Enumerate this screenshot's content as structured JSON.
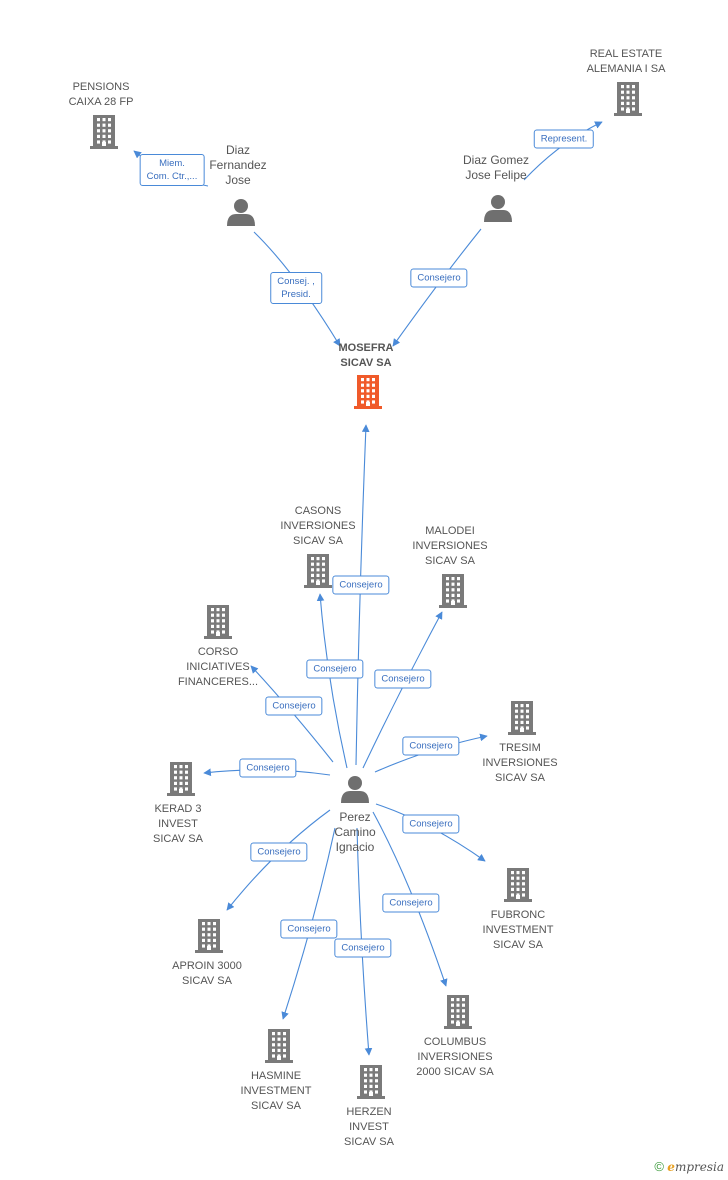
{
  "nodes": [
    {
      "id": "mosefra",
      "type": "company",
      "main": true,
      "label": "MOSEFRA\nSICAV SA"
    },
    {
      "id": "pensions",
      "type": "company",
      "label": "PENSIONS\nCAIXA 28 FP"
    },
    {
      "id": "realestate",
      "type": "company",
      "label": "REAL ESTATE\nALEMANIA I SA"
    },
    {
      "id": "diazfj",
      "type": "person",
      "label": "Diaz\nFernandez\nJose"
    },
    {
      "id": "diazgjf",
      "type": "person",
      "label": "Diaz Gomez\nJose Felipe"
    },
    {
      "id": "perez",
      "type": "person",
      "label": "Perez\nCamino\nIgnacio"
    },
    {
      "id": "casons",
      "type": "company",
      "label": "CASONS\nINVERSIONES\nSICAV SA"
    },
    {
      "id": "malodei",
      "type": "company",
      "label": "MALODEI\nINVERSIONES\nSICAV SA"
    },
    {
      "id": "corso",
      "type": "company",
      "label": "CORSO\nINICIATIVES\nFINANCERES..."
    },
    {
      "id": "tresim",
      "type": "company",
      "label": "TRESIM\nINVERSIONES\nSICAV SA"
    },
    {
      "id": "kerad",
      "type": "company",
      "label": "KERAD 3\nINVEST\nSICAV SA"
    },
    {
      "id": "fubronc",
      "type": "company",
      "label": "FUBRONC\nINVESTMENT\nSICAV SA"
    },
    {
      "id": "aproin",
      "type": "company",
      "label": "APROIN 3000\nSICAV SA"
    },
    {
      "id": "columbus",
      "type": "company",
      "label": "COLUMBUS\nINVERSIONES\n2000 SICAV SA"
    },
    {
      "id": "hasmine",
      "type": "company",
      "label": "HASMINE\nINVESTMENT\nSICAV SA"
    },
    {
      "id": "herzen",
      "type": "company",
      "label": "HERZEN\nINVEST\nSICAV SA"
    }
  ],
  "edges": [
    {
      "from": "diazfj",
      "to": "mosefra",
      "label": "Consej. ,\nPresid."
    },
    {
      "from": "diazfj",
      "to": "pensions",
      "label": "Miem.\nCom. Ctr.,..."
    },
    {
      "from": "diazgjf",
      "to": "mosefra",
      "label": "Consejero"
    },
    {
      "from": "diazgjf",
      "to": "realestate",
      "label": "Represent."
    },
    {
      "from": "perez",
      "to": "mosefra",
      "label": "Consejero"
    },
    {
      "from": "perez",
      "to": "casons",
      "label": "Consejero"
    },
    {
      "from": "perez",
      "to": "malodei",
      "label": "Consejero"
    },
    {
      "from": "perez",
      "to": "corso",
      "label": "Consejero"
    },
    {
      "from": "perez",
      "to": "tresim",
      "label": "Consejero"
    },
    {
      "from": "perez",
      "to": "kerad",
      "label": "Consejero"
    },
    {
      "from": "perez",
      "to": "fubronc",
      "label": "Consejero"
    },
    {
      "from": "perez",
      "to": "aproin",
      "label": "Consejero"
    },
    {
      "from": "perez",
      "to": "columbus",
      "label": "Consejero"
    },
    {
      "from": "perez",
      "to": "hasmine",
      "label": "Consejero"
    },
    {
      "from": "perez",
      "to": "herzen",
      "label": "Consejero"
    }
  ],
  "colors": {
    "edge": "#4a8ad8",
    "company": "#7a7a7a",
    "main_company": "#f05a2a",
    "person": "#6f6f6f"
  },
  "footer": {
    "copyright": "©",
    "brand_initial": "e",
    "brand_rest": "mpresia"
  }
}
